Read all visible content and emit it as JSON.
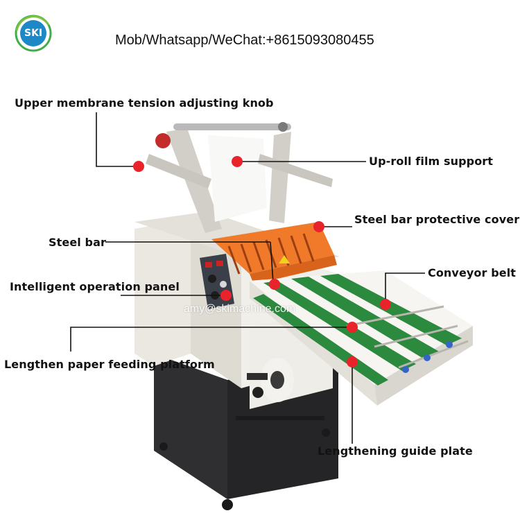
{
  "header": {
    "logo_text": "SKI",
    "contact": "Mob/Whatsapp/WeChat:+8615093080455"
  },
  "watermark": "amy@skimachine.com",
  "labels": {
    "upper_knob": "Upper membrane tension adjusting knob",
    "uproll_support": "Up-roll film support",
    "steel_bar_cover": "Steel bar protective cover",
    "steel_bar": "Steel bar",
    "conveyor_belt": "Conveyor belt",
    "operation_panel": "Intelligent operation panel",
    "paper_platform": "Lengthen paper feeding platform",
    "guide_plate": "Lengthening guide plate"
  },
  "colors": {
    "marker": "#e8232a",
    "orange_cover": "#f07a2a",
    "belt_green": "#2c8a3e",
    "body_white": "#e9e6df",
    "cabinet_black": "#2a2a2c"
  }
}
